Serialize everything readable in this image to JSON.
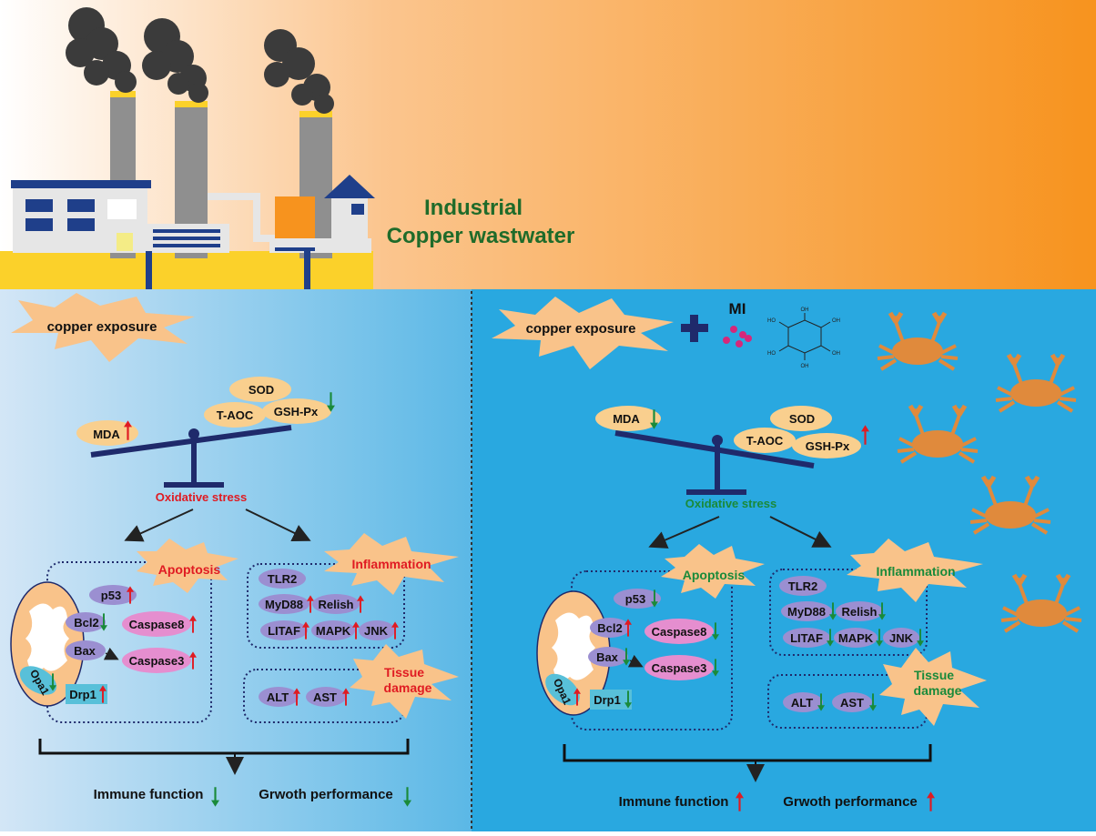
{
  "header": {
    "title_line1": "Industrial",
    "title_line2": "Copper wastwater"
  },
  "colors": {
    "sky_left": "#ffffff",
    "sky_right": "#f7931e",
    "ground": "#fbd12a",
    "panel_left": "#cfe3f5",
    "panel_right": "#29a8e0",
    "burst": "#f9c38a",
    "oval": "#f9cf8e",
    "purple": "#9b8fd1",
    "pink": "#e58ecf",
    "teal": "#58c0d9",
    "navy": "#1f2a6b",
    "up": "#e01b22",
    "down": "#1a8a3a",
    "title_green": "#1f6b2a",
    "crab": "#e08a3c"
  },
  "left": {
    "exposure": "copper exposure",
    "antioxidants": [
      "SOD",
      "T-AOC",
      "GSH-Px"
    ],
    "mda": "MDA",
    "oxidative": "Oxidative stress",
    "apoptosis": "Apoptosis",
    "inflammation": "Inflammation",
    "tissue_line1": "Tissue",
    "tissue_line2": "damage",
    "apoptosis_markers": {
      "p53": "p53",
      "bcl2": "Bcl2",
      "bax": "Bax",
      "casp8": "Caspase8",
      "casp3": "Caspase3",
      "opa1": "Opa1",
      "drp1": "Drp1"
    },
    "inflammation_markers": [
      "TLR2",
      "MyD88",
      "Relish",
      "LITAF",
      "MAPK",
      "JNK"
    ],
    "tissue_markers": [
      "ALT",
      "AST"
    ],
    "immune": "Immune function",
    "growth": "Grwoth performance"
  },
  "right": {
    "exposure": "copper exposure",
    "plus": "+",
    "mi": "MI",
    "molecule_labels": {
      "oh1": "HO",
      "oh2": "OH",
      "oh3": "OH",
      "oh4": "OH",
      "oh5": "HO",
      "oh6": "OH"
    },
    "antioxidants": [
      "SOD",
      "T-AOC",
      "GSH-Px"
    ],
    "mda": "MDA",
    "oxidative": "Oxidative stress",
    "apoptosis": "Apoptosis",
    "inflammation": "Inflammation",
    "tissue_line1": "Tissue",
    "tissue_line2": "damage",
    "apoptosis_markers": {
      "p53": "p53",
      "bcl2": "Bcl2",
      "bax": "Bax",
      "casp8": "Caspase8",
      "casp3": "Caspase3",
      "opa1": "Opa1",
      "drp1": "Drp1"
    },
    "inflammation_markers": [
      "TLR2",
      "MyD88",
      "Relish",
      "LITAF",
      "MAPK",
      "JNK"
    ],
    "tissue_markers": [
      "ALT",
      "AST"
    ],
    "immune": "Immune function",
    "growth": "Grwoth performance"
  }
}
